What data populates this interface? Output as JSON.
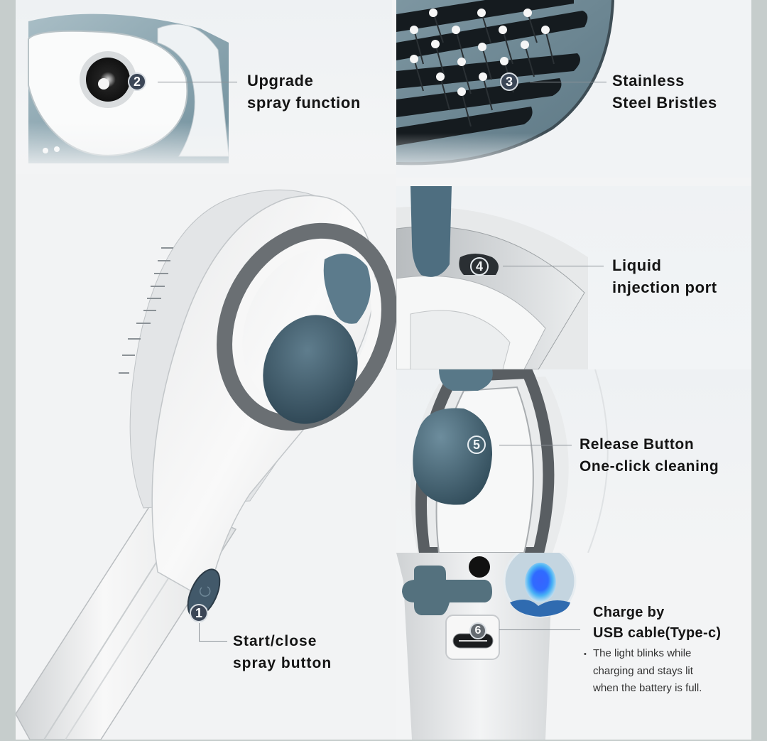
{
  "colors": {
    "frame": "#c6cdcc",
    "panel_bg": "#f3f4f5",
    "accent_slate": "#3f5f70",
    "badge": "#3b4656",
    "led_blue": "#2f6bff",
    "text": "#141414"
  },
  "features": [
    {
      "number": "1",
      "title_line1": "Start/close",
      "title_line2": "spray button",
      "icon": "power-icon"
    },
    {
      "number": "2",
      "title_line1": "Upgrade",
      "title_line2": "spray function",
      "icon": "spray-nozzle"
    },
    {
      "number": "3",
      "title_line1": "Stainless",
      "title_line2": "Steel Bristles",
      "icon": "bristles"
    },
    {
      "number": "4",
      "title_line1": "Liquid",
      "title_line2": "injection port",
      "icon": "injection-port"
    },
    {
      "number": "5",
      "title_line1": "Release Button",
      "title_line2": "One-click cleaning",
      "icon": "release-button"
    },
    {
      "number": "6",
      "title_line1": "Charge by",
      "title_line2": "USB cable(Type-c)",
      "note_bullet": "•",
      "note_lines": [
        "The light blinks while",
        "charging and stays lit",
        "when the battery is full."
      ],
      "icon": "usb-c-port"
    }
  ]
}
